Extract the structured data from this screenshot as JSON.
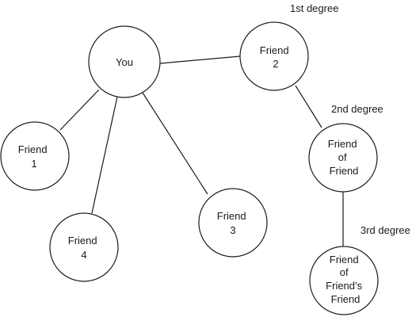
{
  "nodes": {
    "you": {
      "lines": [
        "You"
      ]
    },
    "friend1": {
      "lines": [
        "Friend",
        "1"
      ]
    },
    "friend2": {
      "lines": [
        "Friend",
        "2"
      ]
    },
    "friend3": {
      "lines": [
        "Friend",
        "3"
      ]
    },
    "friend4": {
      "lines": [
        "Friend",
        "4"
      ]
    },
    "friend_of_friend": {
      "lines": [
        "Friend",
        "of",
        "Friend"
      ]
    },
    "friend_of_friends_friend": {
      "lines": [
        "Friend",
        "of",
        "Friend’s",
        "Friend"
      ]
    }
  },
  "degrees": {
    "first": "1st degree",
    "second": "2nd degree",
    "third": "3rd degree"
  },
  "colors": {
    "stroke": "#1a1a1a",
    "background": "#ffffff"
  }
}
